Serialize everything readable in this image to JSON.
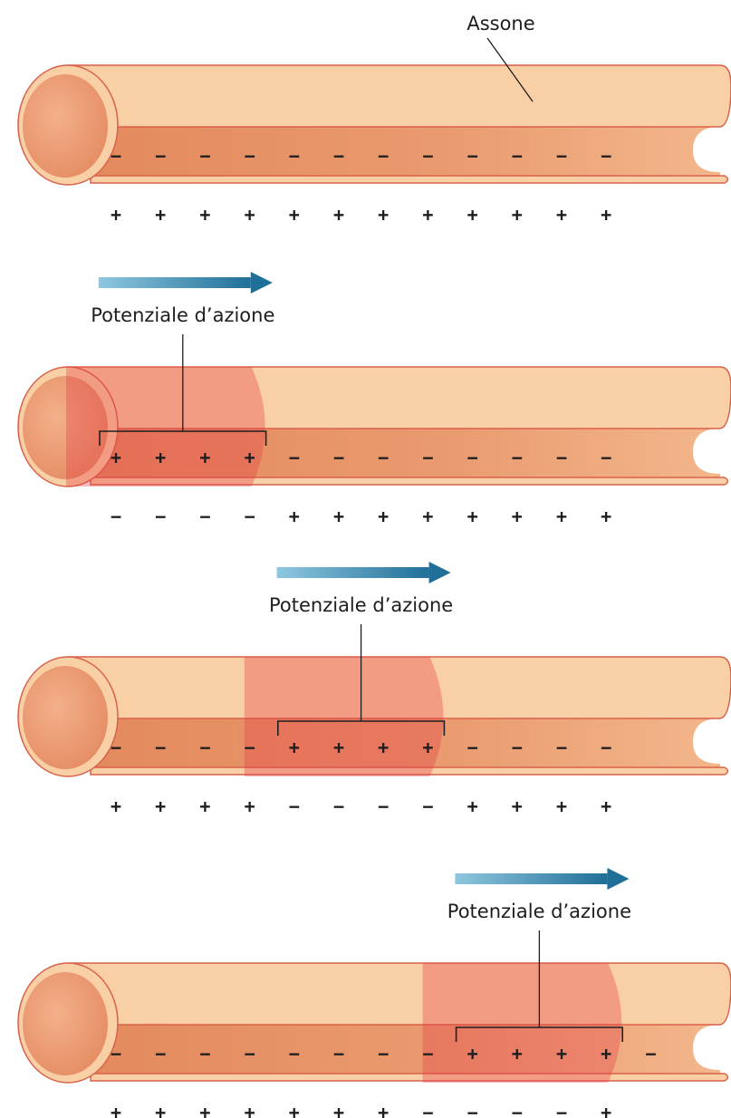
{
  "diagram": {
    "axon_label": "Assone",
    "panels": [
      {
        "inside": [
          "−",
          "−",
          "−",
          "−",
          "−",
          "−",
          "−",
          "−",
          "−",
          "−",
          "−",
          "−"
        ],
        "outside": [
          "+",
          "+",
          "+",
          "+",
          "+",
          "+",
          "+",
          "+",
          "+",
          "+",
          "+",
          "+"
        ],
        "action_potential": null
      },
      {
        "inside": [
          "+",
          "+",
          "+",
          "+",
          "−",
          "−",
          "−",
          "−",
          "−",
          "−",
          "−",
          "−"
        ],
        "outside": [
          "−",
          "−",
          "−",
          "−",
          "+",
          "+",
          "+",
          "+",
          "+",
          "+",
          "+",
          "+"
        ],
        "action_potential": {
          "label": "Potenziale d’azione",
          "start_index": 0,
          "end_index": 3
        }
      },
      {
        "inside": [
          "−",
          "−",
          "−",
          "−",
          "+",
          "+",
          "+",
          "+",
          "−",
          "−",
          "−",
          "−"
        ],
        "outside": [
          "+",
          "+",
          "+",
          "+",
          "−",
          "−",
          "−",
          "−",
          "+",
          "+",
          "+",
          "+"
        ],
        "action_potential": {
          "label": "Potenziale d’azione",
          "start_index": 4,
          "end_index": 7
        }
      },
      {
        "inside": [
          "−",
          "−",
          "−",
          "−",
          "−",
          "−",
          "−",
          "−",
          "+",
          "+",
          "+",
          "+",
          "−"
        ],
        "outside": [
          "+",
          "+",
          "+",
          "+",
          "+",
          "+",
          "+",
          "−",
          "−",
          "−",
          "−",
          "+"
        ],
        "action_potential": {
          "label": "Potenziale d’azione",
          "start_index": 8,
          "end_index": 11
        }
      }
    ]
  },
  "colors": {
    "axon_light": "#f9cfa5",
    "axon_mid": "#f2a877",
    "axon_dark": "#e07d56",
    "axon_outline": "#d9614a",
    "depolarized": "#e63b45",
    "arrow_start": "#8fc7df",
    "arrow_end": "#1f6f98"
  }
}
